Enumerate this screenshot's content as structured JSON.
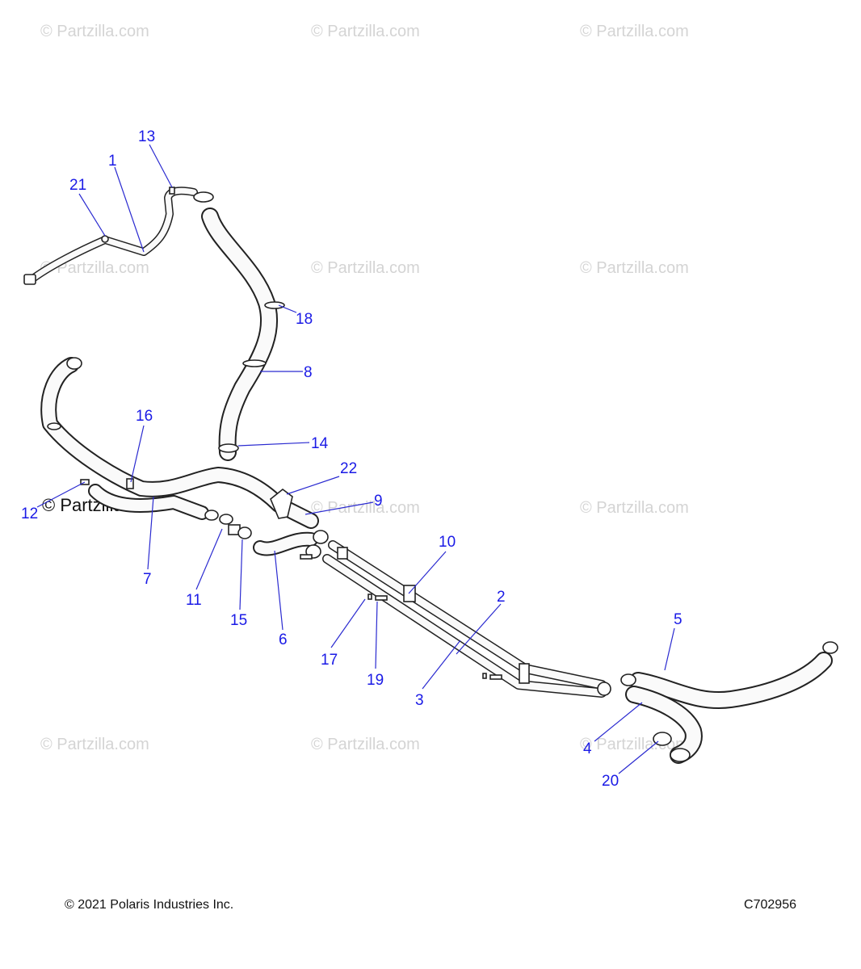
{
  "watermark": {
    "text": "© Partzilla.com",
    "prominent_text": "© Partzilla.com"
  },
  "callouts": [
    "1",
    "2",
    "3",
    "4",
    "5",
    "6",
    "7",
    "8",
    "9",
    "10",
    "11",
    "12",
    "13",
    "14",
    "15",
    "16",
    "17",
    "18",
    "19",
    "20",
    "21",
    "22"
  ],
  "footer": {
    "copyright": "© 2021 Polaris Industries Inc.",
    "diagram_id": "C702956"
  },
  "colors": {
    "callout": "#1a1ae6",
    "line_art": "#222222",
    "watermark": "#d4d4d4"
  }
}
